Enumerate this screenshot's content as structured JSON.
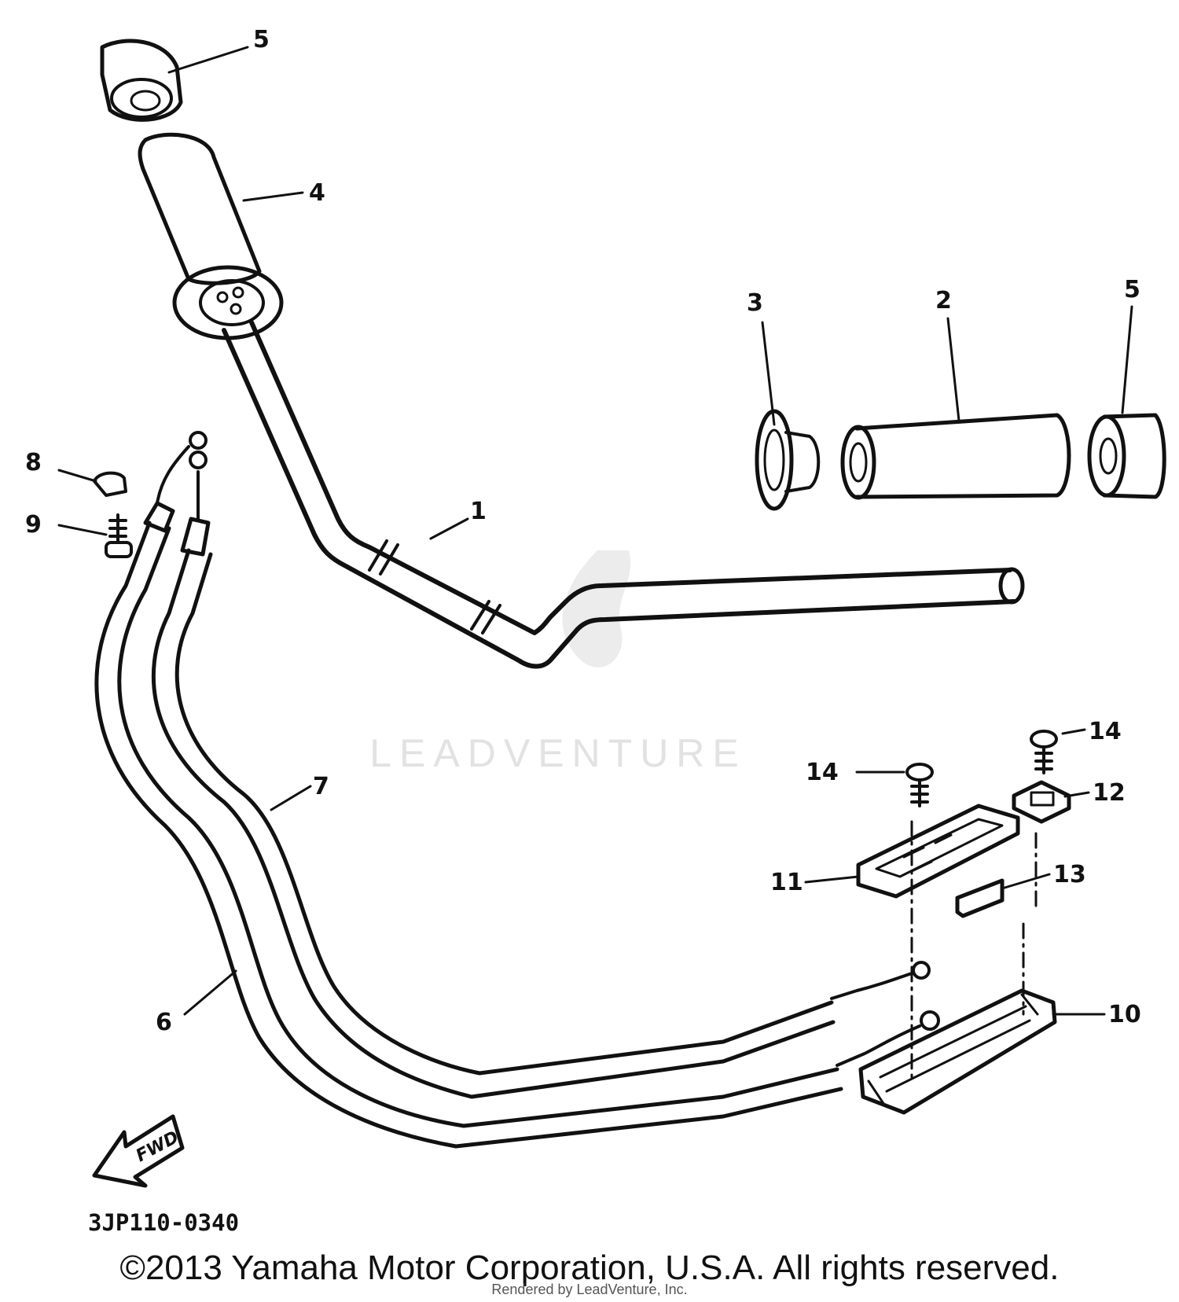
{
  "diagram": {
    "callouts": {
      "c1": "1",
      "c2": "2",
      "c3": "3",
      "c4": "4",
      "c5a": "5",
      "c5b": "5",
      "c6": "6",
      "c7": "7",
      "c8": "8",
      "c9": "9",
      "c10": "10",
      "c11": "11",
      "c12": "12",
      "c13": "13",
      "c14a": "14",
      "c14b": "14"
    },
    "arrow_label": "FWD",
    "drawing_code": "3JP110-0340",
    "watermark": "LEADVENTURE"
  },
  "footer": {
    "copyright": "©2013 Yamaha Motor Corporation, U.S.A. All rights reserved.",
    "rendered_by": "Rendered by LeadVenture, Inc."
  },
  "colors": {
    "ink": "#111111",
    "watermark": "#e2e2e2",
    "background": "#ffffff"
  }
}
